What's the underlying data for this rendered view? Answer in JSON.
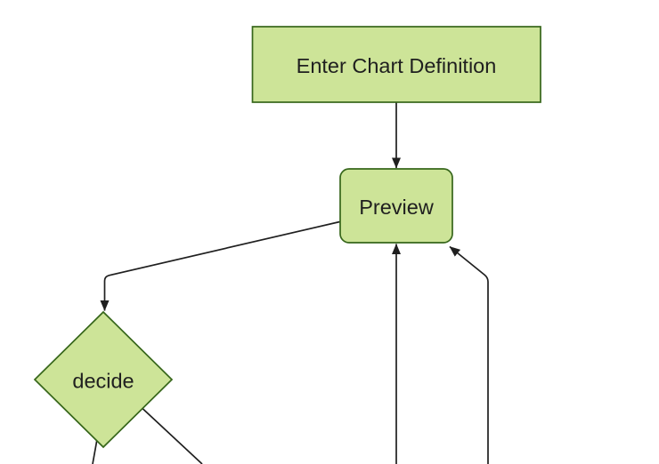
{
  "diagram": {
    "kind": "flowchart",
    "orientation": "top-down",
    "background": "#ffffff",
    "theme": {
      "node_fill": "#cde498",
      "node_border": "#36661a",
      "line_color": "#1f1f1f",
      "text_color": "#1f1f1f"
    },
    "nodes": [
      {
        "id": "enter-chart-definition",
        "label": "Enter Chart Definition",
        "shape": "rectangle"
      },
      {
        "id": "preview",
        "label": "Preview",
        "shape": "rounded-rectangle"
      },
      {
        "id": "decide",
        "label": "decide",
        "shape": "diamond"
      }
    ],
    "edges": [
      {
        "from": "enter-chart-definition",
        "to": "preview",
        "arrowhead": true,
        "label": ""
      },
      {
        "from": "preview",
        "to": "decide",
        "arrowhead": true,
        "label": ""
      },
      {
        "from": "offscreen-bottom",
        "to": "preview",
        "arrowhead": true,
        "label": ""
      },
      {
        "from": "offscreen-bottom-right",
        "to": "preview",
        "arrowhead": true,
        "label": ""
      },
      {
        "from": "decide",
        "to": "offscreen-bottom-left",
        "arrowhead": false,
        "label": ""
      },
      {
        "from": "decide",
        "to": "offscreen-bottom-right",
        "arrowhead": false,
        "label": ""
      }
    ]
  }
}
